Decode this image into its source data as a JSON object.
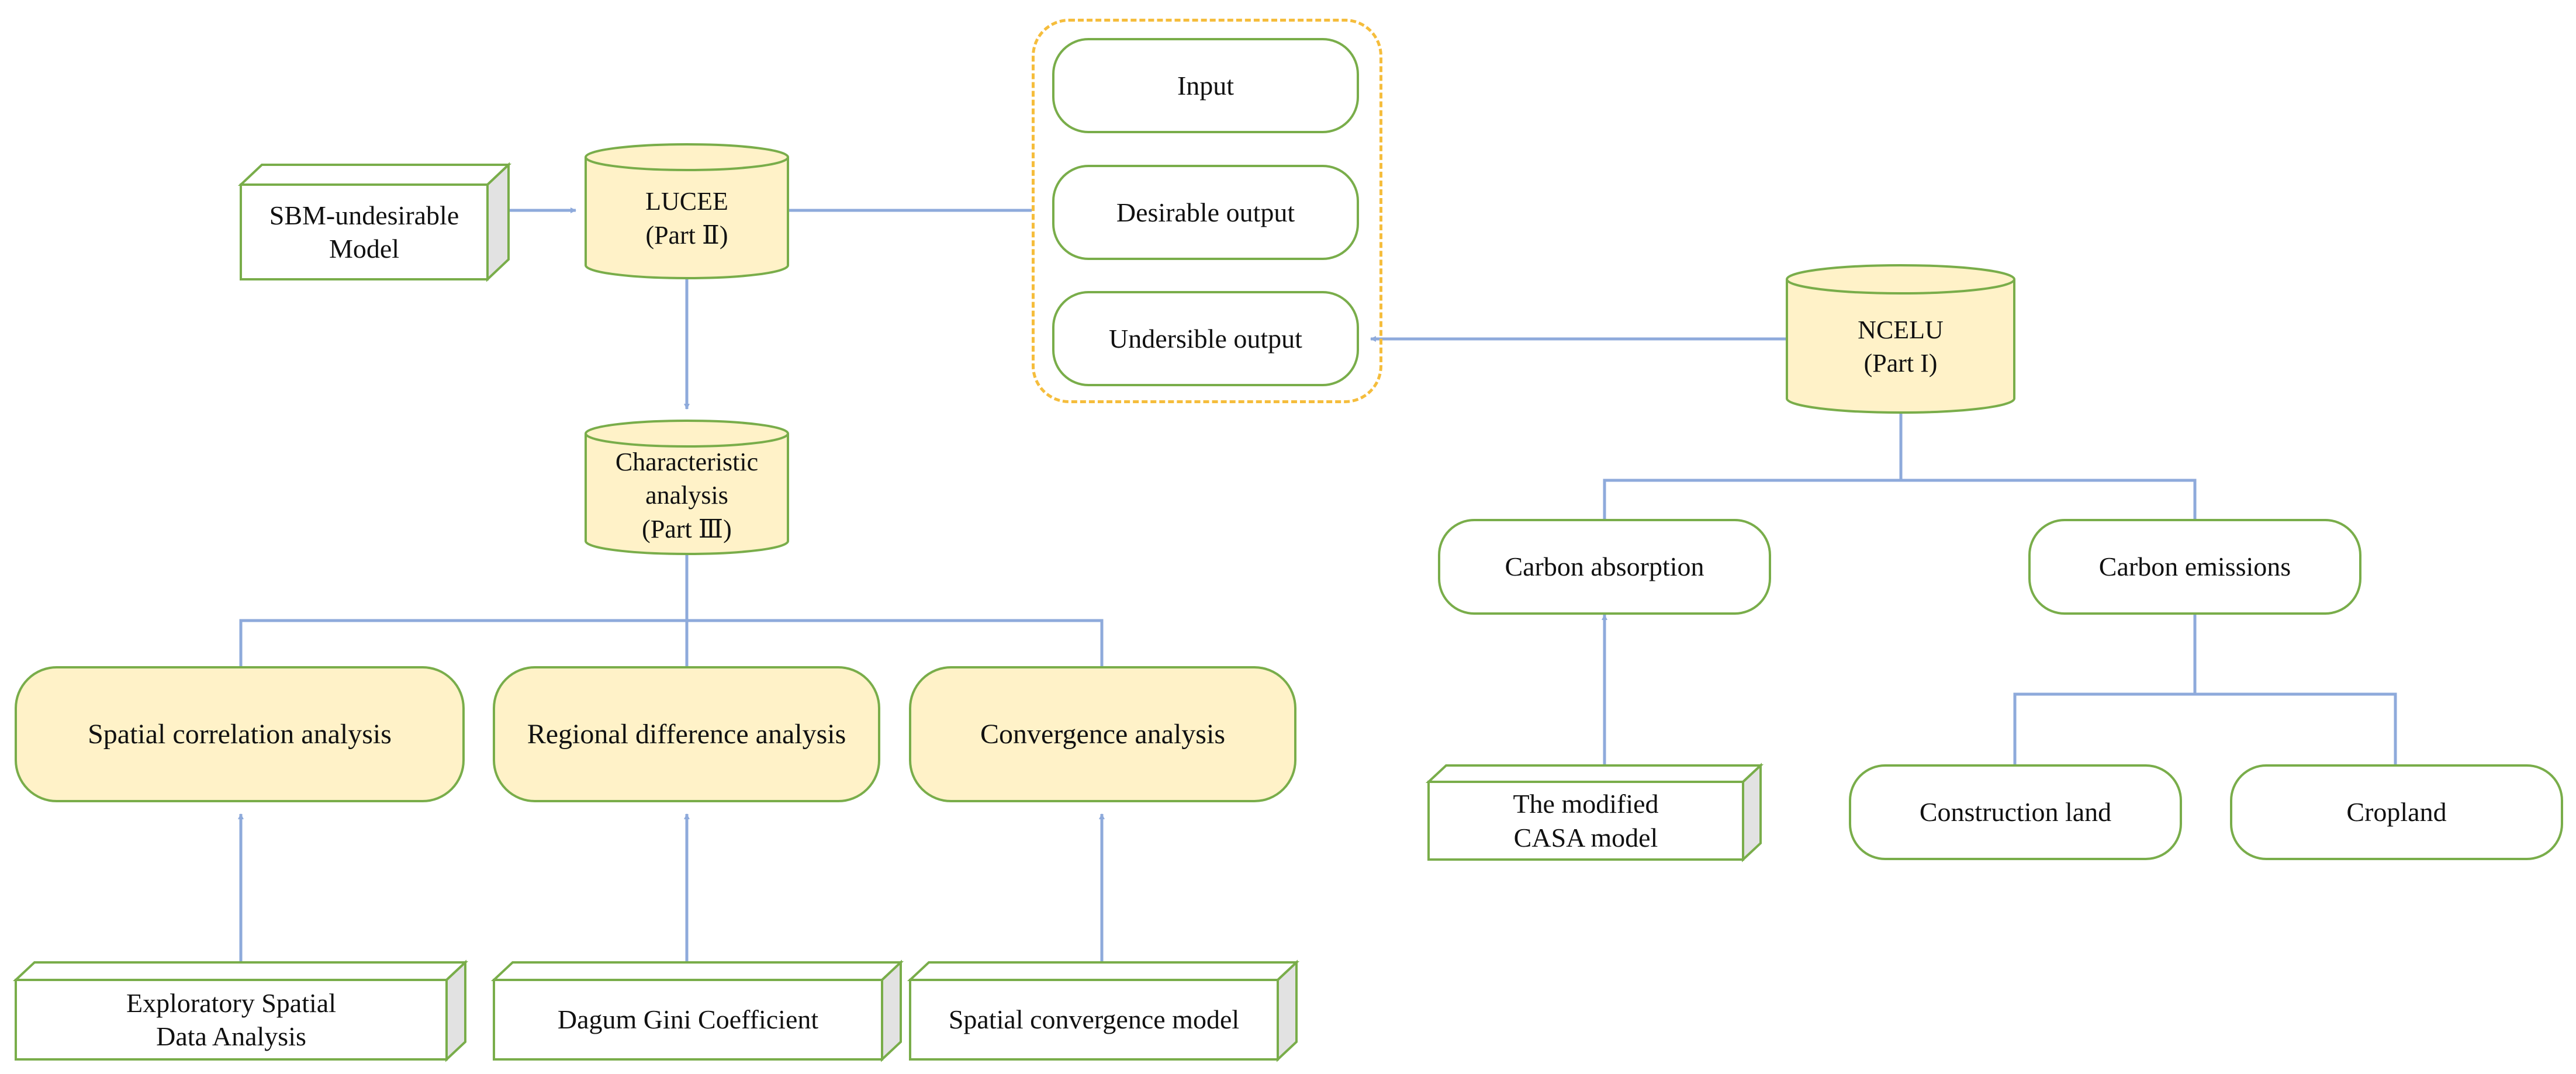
{
  "colors": {
    "line": "#8eaadb",
    "node_border": "#79ad4a",
    "node_fill": "#fff2c8",
    "group_border": "#f5bd3c",
    "side_face": "#e2e2e2"
  },
  "model": {
    "sbm": "SBM-undesirable\nModel",
    "casa": "The modified\nCASA model",
    "esda": "Exploratory Spatial\nData Analysis",
    "dagum": "Dagum Gini Coefficient",
    "spatial_conv": "Spatial convergence model"
  },
  "parts": {
    "lucee": "LUCEE\n(Part Ⅱ)",
    "ncelu": "NCELU\n(Part I)",
    "characteristic": "Characteristic\nanalysis\n(Part Ⅲ)"
  },
  "io": {
    "input": "Input",
    "desirable": "Desirable output",
    "undesirable": "Undersible output"
  },
  "carbon": {
    "absorption": "Carbon absorption",
    "emissions": "Carbon emissions",
    "construction": "Construction land",
    "cropland": "Cropland"
  },
  "analysis": {
    "spatial_corr": "Spatial correlation analysis",
    "regional_diff": "Regional difference analysis",
    "convergence": "Convergence analysis"
  }
}
